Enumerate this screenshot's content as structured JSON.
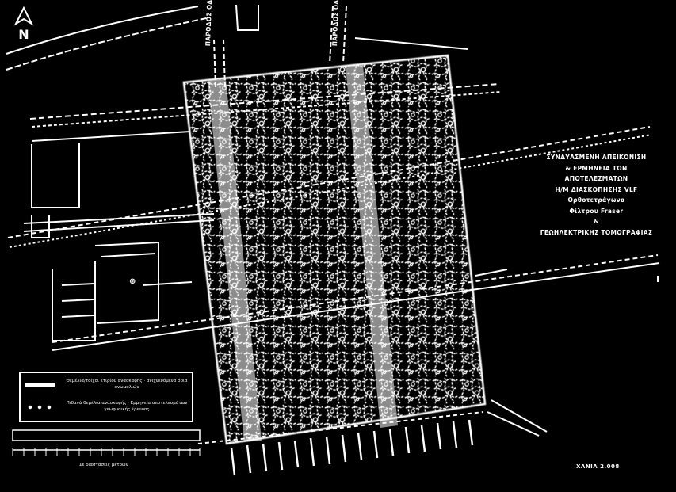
{
  "map": {
    "north_symbol": "N",
    "title_lines": [
      "ΣΥΝΔΥΑΣΜΕΝΗ ΑΠΕΙΚΟΝΙΣΗ",
      "& ΕΡΜΗΝΕΙΑ ΤΩΝ",
      "ΑΠΟΤΕΛΕΣΜΑΤΩΝ",
      "Η/Μ ΔΙΑΣΚΟΠΗΣΗΣ VLF",
      "Ορθοτετράγωνα",
      "Φίλτρου Fraser",
      "&",
      "ΓΕΩΗΛΕΚΤΡΙΚΗΣ ΤΟΜΟΓΡΑΦΙΑΣ"
    ],
    "road_label_left": "ΠΑΡΟΔΟΣ ΟΔΟΥ",
    "road_label_right": "ΠΑΡΟΔΟΣ ΟΔΟΥ",
    "legend": {
      "solid_line_text": "Θεμέλια/τοίχοι κτιρίου ανασκαφής · ανιχνευόμενα όρια ανωμαλιών",
      "dot_line_text": "Πιθανά θεμέλια ανασκαφής · Ερμηνεία αποτελεσμάτων γεωφυσικής έρευνας"
    },
    "scale_caption": "Σε διαστάσεις μέτρων",
    "footer_id": "ΧΑΝΙΑ 2.008",
    "building_mark": "⊕"
  }
}
